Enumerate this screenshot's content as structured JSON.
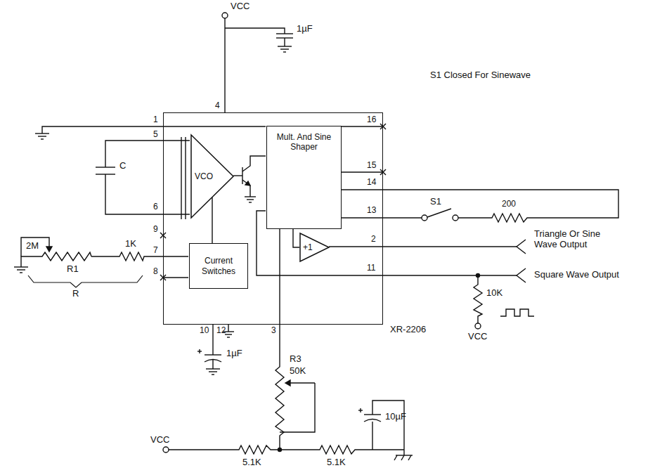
{
  "diagram": {
    "nodes": [
      {
        "text": [
          "XR-2206"
        ]
      },
      {
        "text": [
          "VCO"
        ],
        "in": 0
      },
      {
        "text": [
          "Mult. And Sine Shaper"
        ],
        "in": 0
      },
      {
        "text": [
          "Current Switches"
        ],
        "in": 0
      },
      {
        "text": [
          "+1"
        ],
        "in": 0
      }
    ],
    "edges": [
      {
        "from": 3,
        "to": 1,
        "arrow": "none"
      },
      {
        "from": 2,
        "to": 4,
        "arrow": "none"
      }
    ],
    "labels": [
      "VCC",
      "1µF",
      "4",
      "1",
      "5",
      "6",
      "9",
      "7",
      "8",
      "16",
      "15",
      "14",
      "13",
      "2",
      "11",
      "10",
      "12",
      "3",
      "C",
      "2M",
      "R1",
      "1K",
      "R",
      "S1 Closed For Sinewave",
      "S1",
      "200",
      "Triangle Or Sine Wave Output",
      "Square Wave Output",
      "10K",
      "VCC",
      "1µF",
      "R3",
      "50K",
      "10µF",
      "VCC",
      "5.1K",
      "5.1K"
    ]
  }
}
